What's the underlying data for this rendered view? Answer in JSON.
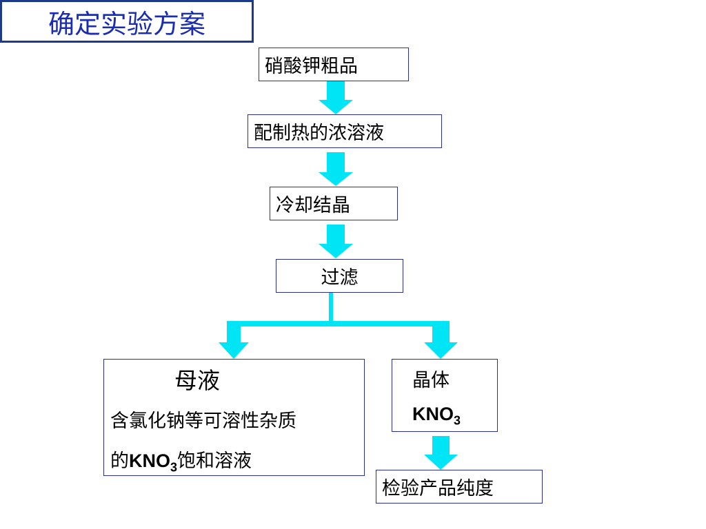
{
  "title": "确定实验方案",
  "colors": {
    "arrow": "#00e5f5",
    "box_border": "#2a2f8f",
    "title_text": "#1a2db0",
    "title_border": "#1c3a8c"
  },
  "steps": [
    {
      "label": "硝酸钾粗品"
    },
    {
      "label": "配制热的浓溶液"
    },
    {
      "label": "冷却结晶"
    },
    {
      "label": "过滤"
    }
  ],
  "mother_liquor": {
    "title": "母液",
    "line1": "含氯化钠等可溶性杂质",
    "line2_prefix": "的",
    "formula_main": "KNO",
    "formula_sub": "3",
    "line2_suffix": "饱和溶液"
  },
  "crystal": {
    "title": "晶体",
    "formula_main": "KNO",
    "formula_sub": "3"
  },
  "final_step": {
    "label": "检验产品纯度"
  }
}
